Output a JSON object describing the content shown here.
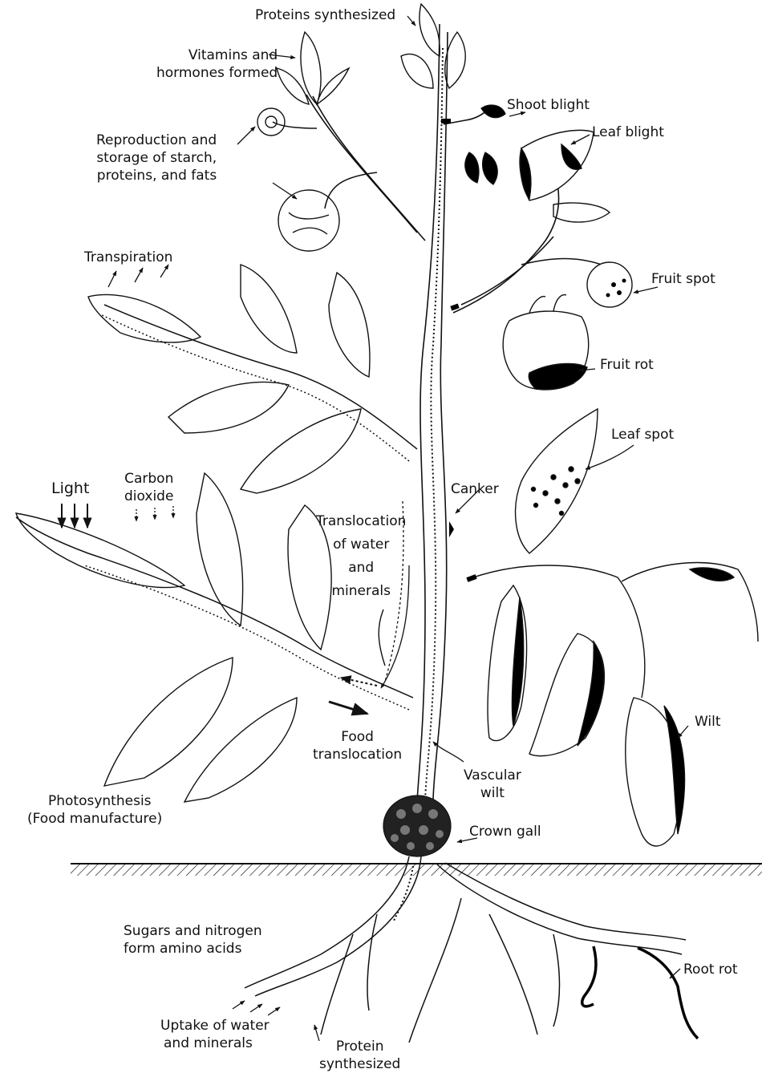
{
  "labels": {
    "proteins_synthesized": "Proteins synthesized",
    "vitamins": [
      "Vitamins and",
      "hormones formed"
    ],
    "reproduction": [
      "Reproduction and",
      "storage of starch,",
      "proteins, and fats"
    ],
    "transpiration": "Transpiration",
    "light": "Light",
    "carbon_dioxide": [
      "Carbon",
      "dioxide"
    ],
    "translocation": [
      "Translocation",
      "of water",
      "and",
      "minerals"
    ],
    "food_translocation": [
      "Food",
      "translocation"
    ],
    "photosynthesis": [
      "Photosynthesis",
      "(Food manufacture)"
    ],
    "shoot_blight": "Shoot blight",
    "leaf_blight": "Leaf blight",
    "fruit_spot": "Fruit spot",
    "fruit_rot": "Fruit rot",
    "leaf_spot": "Leaf spot",
    "canker": "Canker",
    "wilt": "Wilt",
    "vascular_wilt": [
      "Vascular",
      "wilt"
    ],
    "crown_gall": "Crown gall",
    "sugars": [
      "Sugars and nitrogen",
      "form amino acids"
    ],
    "uptake": [
      "Uptake of water",
      "and minerals"
    ],
    "protein_synthesized": [
      "Protein",
      "synthesized"
    ],
    "root_rot": "Root rot"
  },
  "colors": {
    "ink": "#111111",
    "disease": "#000000",
    "background": "#ffffff"
  }
}
